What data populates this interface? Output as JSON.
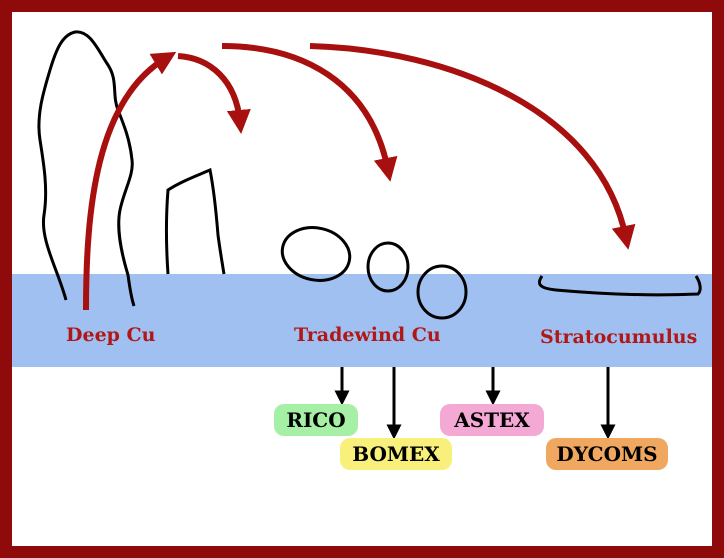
{
  "regimes": {
    "deep": "Deep Cu",
    "tradewind": "Tradewind Cu",
    "strato": "Stratocumulus"
  },
  "campaigns": [
    {
      "label": "RICO",
      "color": "#a6f0a6"
    },
    {
      "label": "BOMEX",
      "color": "#f8f07a"
    },
    {
      "label": "ASTEX",
      "color": "#f4a8d4"
    },
    {
      "label": "DYCOMS",
      "color": "#f0a860"
    }
  ],
  "colors": {
    "border": "#8f0b0b",
    "band": "#9fc0f0",
    "arrow": "#a80f0f",
    "label": "#b01818"
  }
}
